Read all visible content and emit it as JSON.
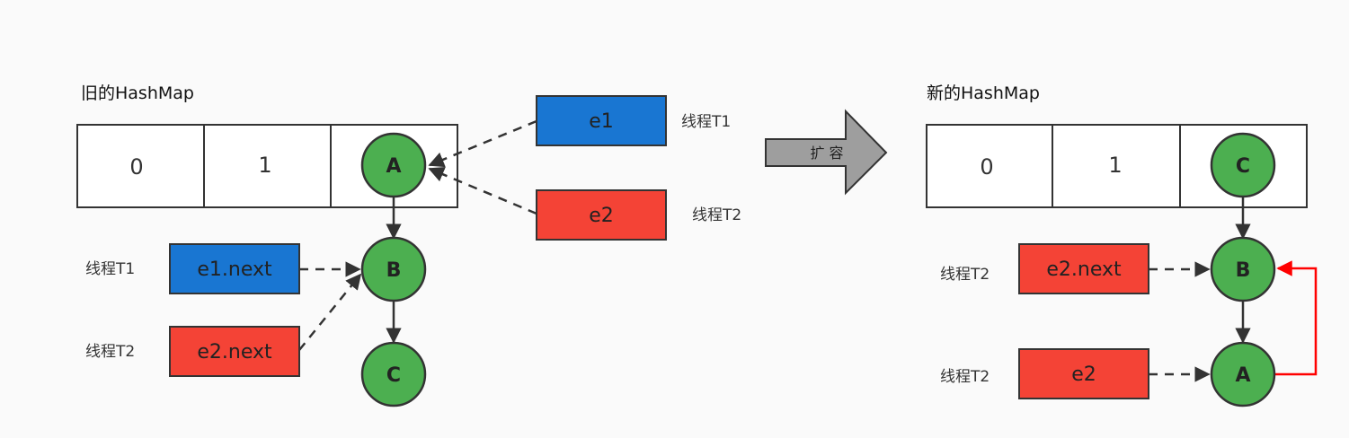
{
  "colors": {
    "background": "#fafafa",
    "node_green": "#4caf50",
    "blue": "#1976d2",
    "red": "#f44336",
    "edge": "#333333",
    "loop_red": "#ff0000",
    "arrow_gray": "#9e9e9e"
  },
  "old_map": {
    "title": "旧的HashMap",
    "cells": [
      "0",
      "1"
    ],
    "slot_node": "A",
    "chain": [
      "B",
      "C"
    ],
    "pointers": [
      {
        "label": "e1",
        "thread": "线程T1",
        "color": "blue",
        "target": "A"
      },
      {
        "label": "e2",
        "thread": "线程T2",
        "color": "red",
        "target": "A"
      },
      {
        "label": "e1.next",
        "thread": "线程T1",
        "color": "blue",
        "target": "B"
      },
      {
        "label": "e2.next",
        "thread": "线程T2",
        "color": "red",
        "target": "B"
      }
    ]
  },
  "resize_arrow": {
    "label": "扩 容"
  },
  "new_map": {
    "title": "新的HashMap",
    "cells": [
      "0",
      "1"
    ],
    "slot_node": "C",
    "chain": [
      "B",
      "A"
    ],
    "pointers": [
      {
        "label": "e2.next",
        "thread": "线程T2",
        "color": "red",
        "target": "B"
      },
      {
        "label": "e2",
        "thread": "线程T2",
        "color": "red",
        "target": "A"
      }
    ],
    "loop": {
      "from": "A",
      "to": "B",
      "color": "loop_red"
    }
  }
}
